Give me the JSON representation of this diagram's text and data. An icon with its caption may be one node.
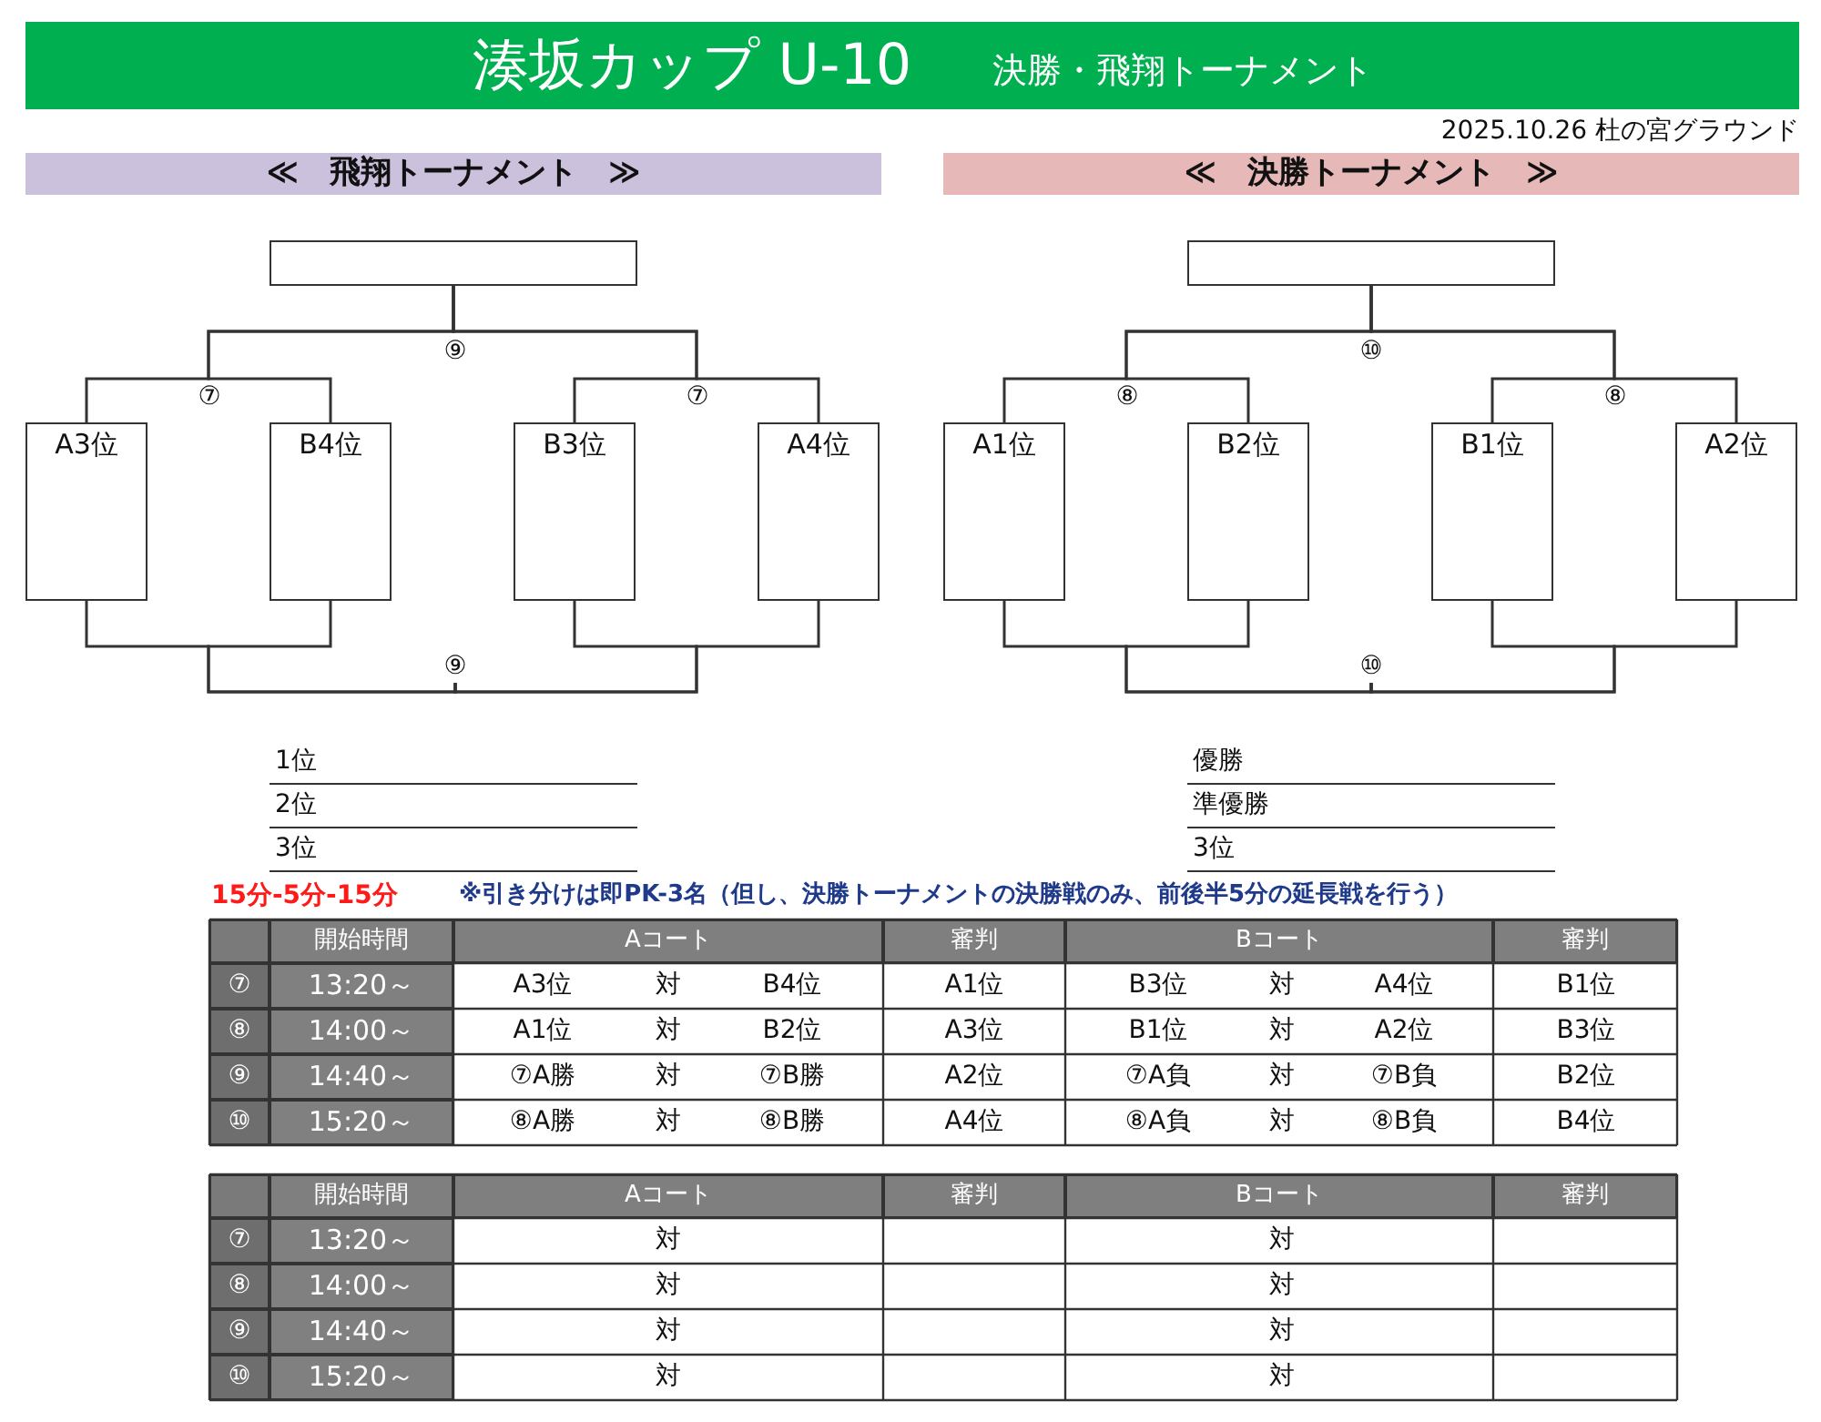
{
  "diagram": {
    "title": "湊坂カップ U-10",
    "nodes": [
      {
        "text": [
          "≪　飛翔トーナメント　≫"
        ]
      },
      {
        "text": [
          "≪　決勝トーナメント　≫"
        ]
      },
      {
        "text": [],
        "shape": "box"
      },
      {
        "text": [
          "A3位"
        ]
      },
      {
        "text": [
          "B4位"
        ]
      },
      {
        "text": [
          "B3位"
        ]
      },
      {
        "text": [
          "A4位"
        ]
      },
      {
        "text": [
          "⑨"
        ]
      },
      {
        "text": [],
        "shape": "box"
      },
      {
        "text": [
          "A1位"
        ]
      },
      {
        "text": [
          "B2位"
        ]
      },
      {
        "text": [
          "B1位"
        ]
      },
      {
        "text": [
          "A2位"
        ]
      },
      {
        "text": [
          "⑩"
        ]
      }
    ],
    "edges": [
      {
        "from": 3,
        "to": 2,
        "arrow": "none"
      },
      {
        "from": 4,
        "to": 2,
        "arrow": "none"
      },
      {
        "from": 5,
        "to": 2,
        "arrow": "none"
      },
      {
        "from": 6,
        "to": 2,
        "arrow": "none"
      },
      {
        "from": 3,
        "to": 7,
        "arrow": "none"
      },
      {
        "from": 4,
        "to": 7,
        "arrow": "none"
      },
      {
        "from": 5,
        "to": 7,
        "arrow": "none"
      },
      {
        "from": 6,
        "to": 7,
        "arrow": "none"
      },
      {
        "from": 9,
        "to": 8,
        "arrow": "none"
      },
      {
        "from": 10,
        "to": 8,
        "arrow": "none"
      },
      {
        "from": 11,
        "to": 8,
        "arrow": "none"
      },
      {
        "from": 12,
        "to": 8,
        "arrow": "none"
      },
      {
        "from": 9,
        "to": 13,
        "arrow": "none"
      },
      {
        "from": 10,
        "to": 13,
        "arrow": "none"
      },
      {
        "from": 11,
        "to": 13,
        "arrow": "none"
      },
      {
        "from": 12,
        "to": 13,
        "arrow": "none"
      }
    ],
    "labels": [
      "決勝・飛翔トーナメント",
      "2025.10.26 杜の宮グラウンド",
      "⑨",
      "⑦",
      "⑦",
      "⑩",
      "⑧",
      "⑧",
      "1位",
      "優勝",
      "2位",
      "準優勝",
      "3位",
      "3位",
      "15分-5分-15分",
      "※引き分けは即PK-3名（但し、決勝トーナメントの決勝戦のみ、前後半5分の延長戦を行う）",
      "開始時間",
      "Aコート",
      "審判",
      "Bコート",
      "審判",
      "⑦",
      "13:20～",
      "A3位",
      "対",
      "B4位",
      "A1位",
      "B3位",
      "対",
      "A4位",
      "B1位",
      "⑧",
      "14:00～",
      "A1位",
      "対",
      "B2位",
      "A3位",
      "B1位",
      "対",
      "A2位",
      "B3位",
      "⑨",
      "14:40～",
      "⑦A勝",
      "対",
      "⑦B勝",
      "A2位",
      "⑦A負",
      "対",
      "⑦B負",
      "B2位",
      "⑩",
      "15:20～",
      "⑧A勝",
      "対",
      "⑧B勝",
      "A4位",
      "⑧A負",
      "対",
      "⑧B負",
      "B4位",
      "開始時間",
      "Aコート",
      "審判",
      "Bコート",
      "審判",
      "⑦",
      "13:20～",
      "対",
      "対",
      "⑧",
      "14:00～",
      "対",
      "対",
      "⑨",
      "14:40～",
      "対",
      "対",
      "⑩",
      "15:20～",
      "対",
      "対"
    ]
  }
}
